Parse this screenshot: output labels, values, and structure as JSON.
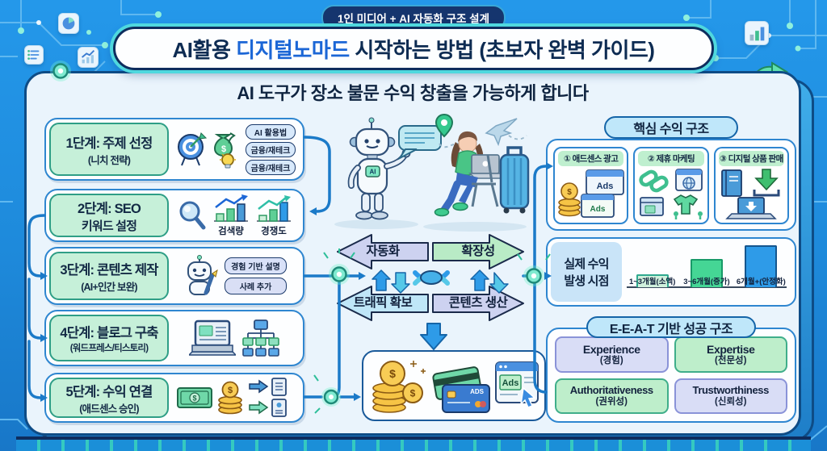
{
  "badge": "1인 미디어 + AI 자동화 구조 설계",
  "title": {
    "prefix": "AI활용 ",
    "highlight": "디지털노마드",
    "suffix": " 시작하는 방법 (초보자 완벽 가이드)"
  },
  "subtitle": "AI 도구가 장소 불문 수익 창출을 가능하게 합니다",
  "steps": [
    {
      "label": "1단계: 주제 선정",
      "sub": "(니치 전략)",
      "tags": [
        "AI 활용법",
        "금융/재테크",
        "금융/재테크"
      ]
    },
    {
      "label": "2단계: SEO",
      "sub": "키워드 설정",
      "chart_labels": [
        "검색량",
        "경쟁도"
      ]
    },
    {
      "label": "3단계: 콘텐츠 제작",
      "sub": "(AI+인간 보완)",
      "bubbles": [
        "경험 기반 설명",
        "사례 추가"
      ]
    },
    {
      "label": "4단계: 블로그 구축",
      "sub": "(워드프레스/티스토리)"
    },
    {
      "label": "5단계: 수익 연결",
      "sub": "(애드센스 승인)"
    }
  ],
  "flow": {
    "automation": "자동화",
    "scalability": "확장성",
    "traffic": "트래픽 확보",
    "content_production": "콘텐츠 생산"
  },
  "revenue": {
    "header": "핵심 수익 구조",
    "cards": [
      "① 애드센스 광고",
      "② 제휴 마케팅",
      "③ 디지털 상품 판매"
    ]
  },
  "chart_data": {
    "type": "bar",
    "title": "실제 수익 발생 시점",
    "title_lines": [
      "실제 수익",
      "발생 시점"
    ],
    "categories": [
      "1~3개월(소액)",
      "3~6개월(증가)",
      "6개월+(안정화)"
    ],
    "values": [
      1,
      2.1,
      3.4
    ],
    "unit": "relative height (no axis shown)",
    "colors": [
      "#CFF0DC",
      "#45D695",
      "#2E9BE8"
    ],
    "border_colors": [
      "#2FA98F",
      "#189A68",
      "#15568E"
    ],
    "grid": false,
    "legend": false
  },
  "eeat": {
    "header": "E-E-A-T 기반 성공 구조",
    "items": [
      {
        "en": "Experience",
        "ko": "(경험)"
      },
      {
        "en": "Expertise",
        "ko": "(전문성)"
      },
      {
        "en": "Authoritativeness",
        "ko": "(권위성)"
      },
      {
        "en": "Trustworthiness",
        "ko": "(신뢰성)"
      }
    ]
  },
  "icons": {
    "ai": "AI",
    "dollar": "$",
    "ads": "Ads",
    "ads_card": "ADS",
    "ads_browser": "ADs"
  },
  "colors": {
    "background_blue": "#1E8ADB",
    "card_bg": "#EAF4FC",
    "navy_text": "#0F2440",
    "highlight_blue": "#1B66D6",
    "mint_green": "#C6F0D9",
    "teal_accent": "#4FD8DE",
    "arrow_lavender": "#CDD2F0",
    "arrow_green": "#B9EBC6",
    "arrow_lightblue": "#BFE6F8"
  }
}
